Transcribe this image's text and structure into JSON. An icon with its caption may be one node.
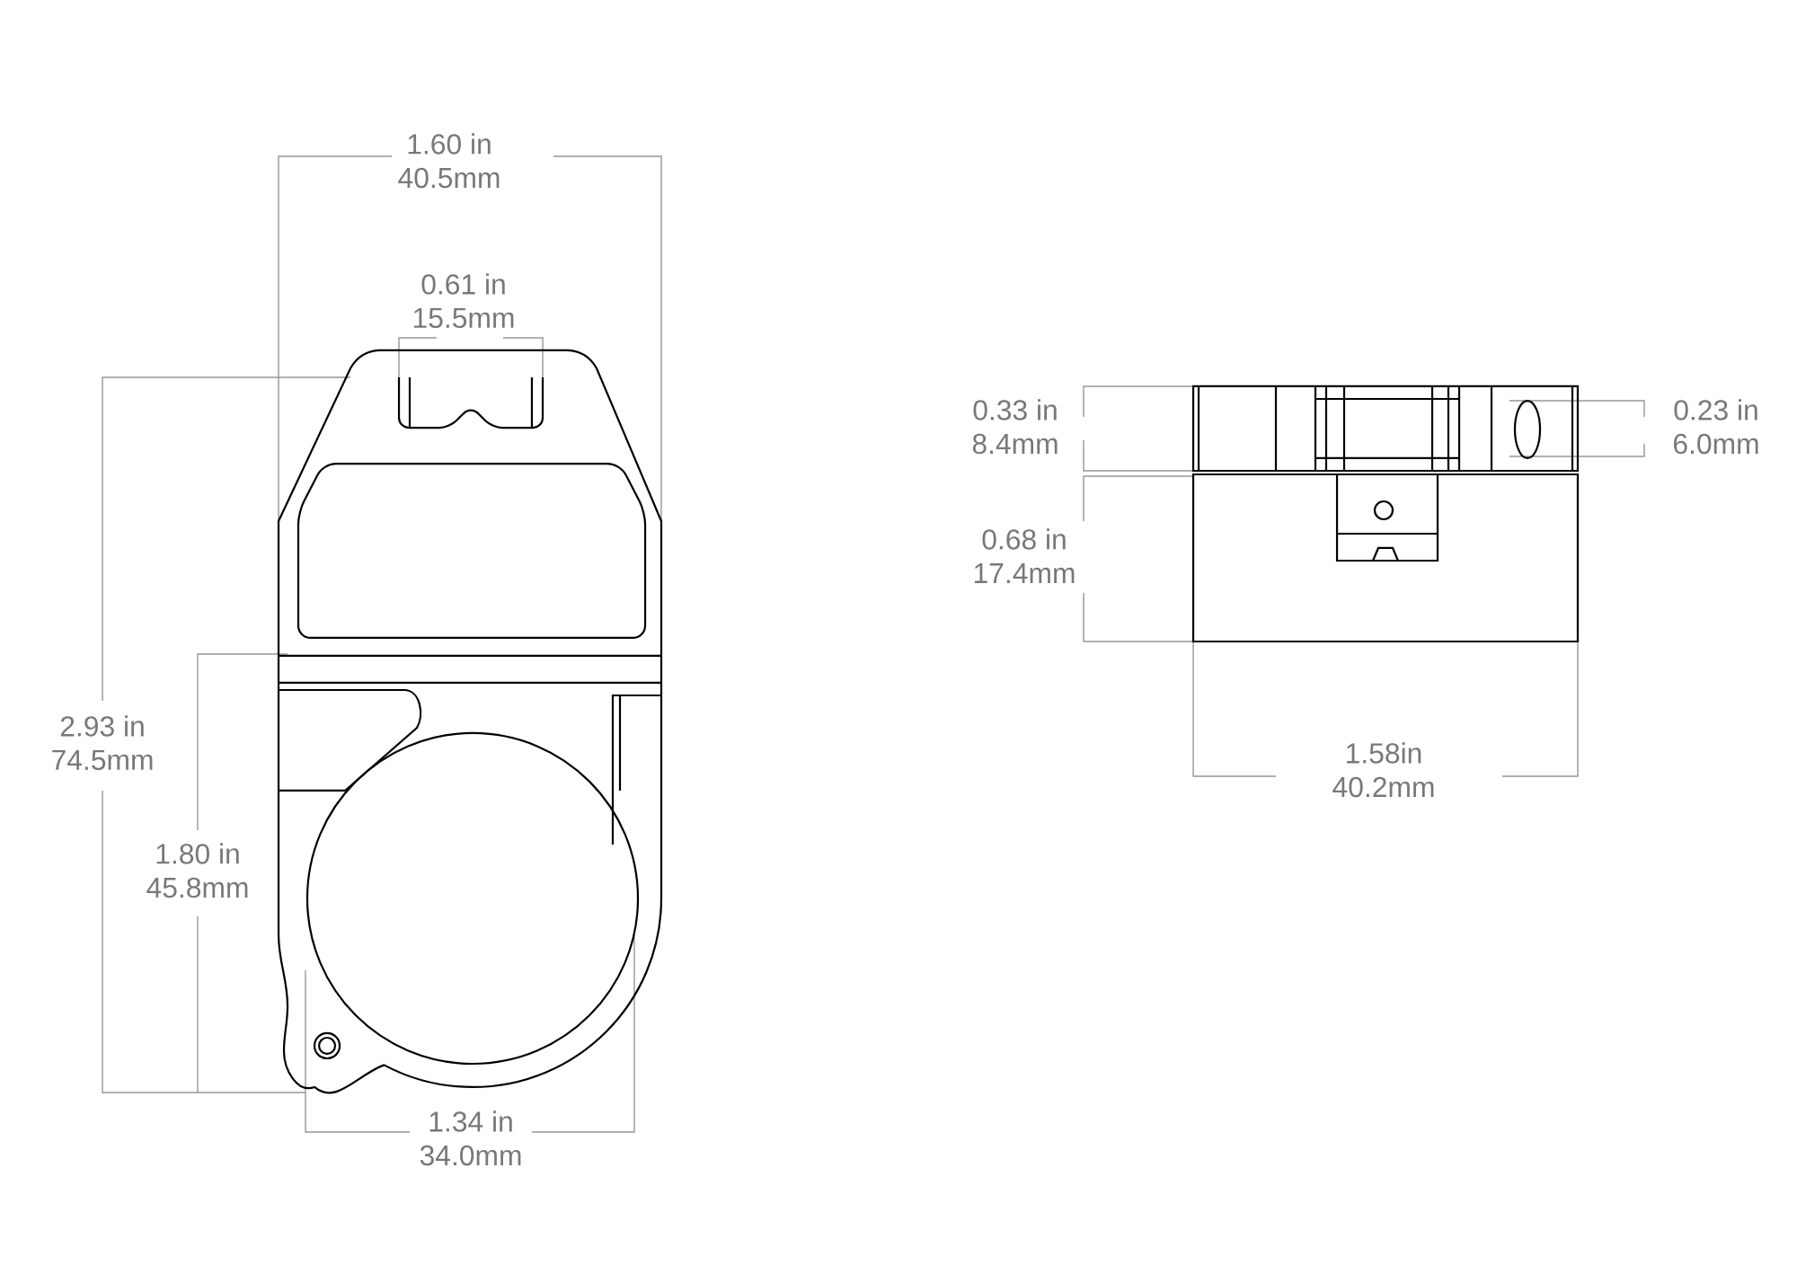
{
  "diagram": {
    "labels": [
      "1.60 in",
      "40.5mm",
      "0.61 in",
      "15.5mm",
      "0.33 in",
      "8.4mm",
      "0.23 in",
      "6.0mm",
      "2.93 in",
      "74.5mm",
      "0.68 in",
      "17.4mm",
      "1.58in",
      "40.2mm",
      "1.80 in",
      "45.8mm",
      "1.34 in",
      "34.0mm"
    ]
  }
}
